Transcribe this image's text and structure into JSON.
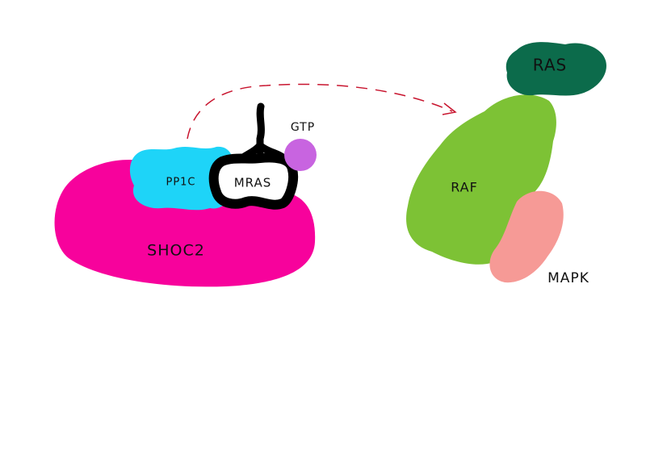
{
  "labels": {
    "shoc2": "SHOC2",
    "pp1c": "PP1C",
    "mras": "MRAS",
    "gtp": "GTP",
    "raf": "RAF",
    "ras": "RAS",
    "mapk": "MAPK"
  },
  "colors": {
    "shoc2": "#f7029c",
    "pp1c": "#1ed4f8",
    "mras_outline": "#000000",
    "gtp": "#c864e0",
    "raf": "#7dc235",
    "ras": "#0c6b4b",
    "mapk": "#f69a96",
    "arrow": "#c8142e"
  }
}
